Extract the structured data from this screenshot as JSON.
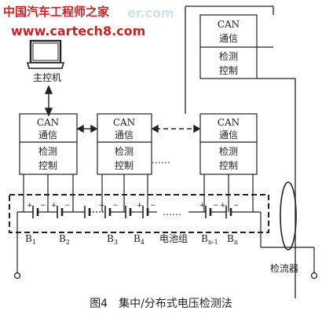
{
  "watermark": {
    "title": "中国汽车工程师之家",
    "url": "www.cartech8.com",
    "faded": "er.com"
  },
  "host": {
    "label": "主控机"
  },
  "modules": [
    {
      "can": "CAN",
      "comm": "通信",
      "detect": "检测",
      "control": "控制"
    },
    {
      "can": "CAN",
      "comm": "通信",
      "detect": "检测",
      "control": "控制"
    },
    {
      "can": "CAN",
      "comm": "通信",
      "detect": "检测",
      "control": "控制"
    }
  ],
  "top_module": {
    "can": "CAN",
    "comm": "通信",
    "detect": "检测",
    "control": "控制"
  },
  "ellipsis_top": "……",
  "ellipsis_mid": "……",
  "ellipsis_batt": "……",
  "cells": {
    "b1": {
      "base": "B",
      "sub": "1"
    },
    "b2": {
      "base": "B",
      "sub": "2"
    },
    "b3": {
      "base": "B",
      "sub": "3"
    },
    "b4": {
      "base": "B",
      "sub": "4"
    },
    "bn1": {
      "base": "B",
      "sub": "n-1"
    },
    "bn": {
      "base": "B",
      "sub": "n"
    }
  },
  "battery_pack_label": "电池组",
  "detector_label": "检流器",
  "caption": "图4　集中/分布式电压检测法",
  "colors": {
    "line": "#222222",
    "watermark": "#cc2222"
  }
}
